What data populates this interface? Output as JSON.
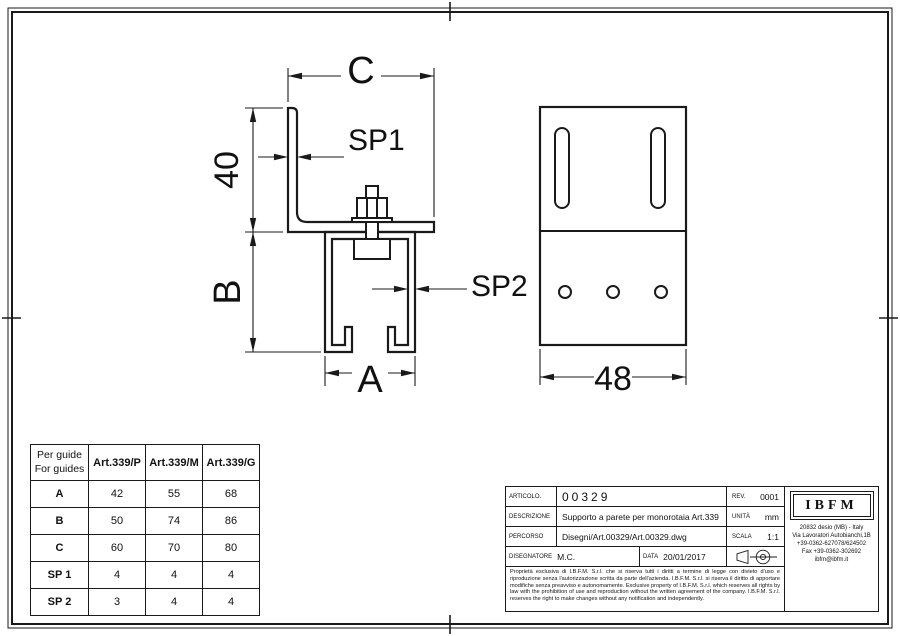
{
  "page": {
    "background": "#ffffff",
    "ink": "#1a1a1a"
  },
  "drawing": {
    "dims": {
      "c": "C",
      "sp1": "SP1",
      "h40": "40",
      "b": "B",
      "sp2": "SP2",
      "a": "A",
      "w48": "48"
    }
  },
  "guide_table": {
    "header_col1_line1": "Per guide",
    "header_col1_line2": "For guides",
    "headers": [
      "Art.339/P",
      "Art.339/M",
      "Art.339/G"
    ],
    "rows": [
      {
        "label": "A",
        "v1": "42",
        "v2": "55",
        "v3": "68"
      },
      {
        "label": "B",
        "v1": "50",
        "v2": "74",
        "v3": "86"
      },
      {
        "label": "C",
        "v1": "60",
        "v2": "70",
        "v3": "80"
      },
      {
        "label": "SP 1",
        "v1": "4",
        "v2": "4",
        "v3": "4"
      },
      {
        "label": "SP 2",
        "v1": "3",
        "v2": "4",
        "v3": "4"
      }
    ]
  },
  "title_block": {
    "articolo": {
      "label": "ARTICOLO.",
      "value": "00329"
    },
    "rev": {
      "label": "REV.",
      "value": "0001"
    },
    "descrizione": {
      "label": "DESCRIZIONE",
      "value": "Supporto a parete per monorotaia Art.339"
    },
    "unita": {
      "label": "UNITÀ",
      "value": "mm"
    },
    "percorso": {
      "label": "PERCORSO",
      "value": "Disegni/Art.00329/Art.00329.dwg"
    },
    "scala": {
      "label": "SCALA",
      "value": "1:1"
    },
    "disegnatore": {
      "label": "DISEGNATORE",
      "value": "M.C."
    },
    "data": {
      "label": "DATA",
      "value": "20/01/2017"
    },
    "company": {
      "logo_text": "IBFM",
      "address_lines": [
        "20832 desio (MB) - Italy",
        "Via Lavoratori Autobianchi,1B",
        "+39-0362-627078/624502",
        "Fax +39-0362-302692",
        "ibfm@ibfm.it"
      ]
    },
    "legal_text": "Proprietà esclusiva di I.B.F.M. S.r.l. che si riserva tutti i diritti a termine di legge con divieto d'uso e riproduzione senza l'autorizzazione scritta da parte dell'azienda. I.B.F.M. S.r.l. si riserva il diritto di apportare modifiche senza preavviso e autonomamente. Exclusive property of I.B.F.M. S.r.l. which reserves all rights by law with the prohibition of use and reproduction without the written agreement of the company. I.B.F.M. S.r.l. reserves the right to make changes without any notification and independently."
  }
}
